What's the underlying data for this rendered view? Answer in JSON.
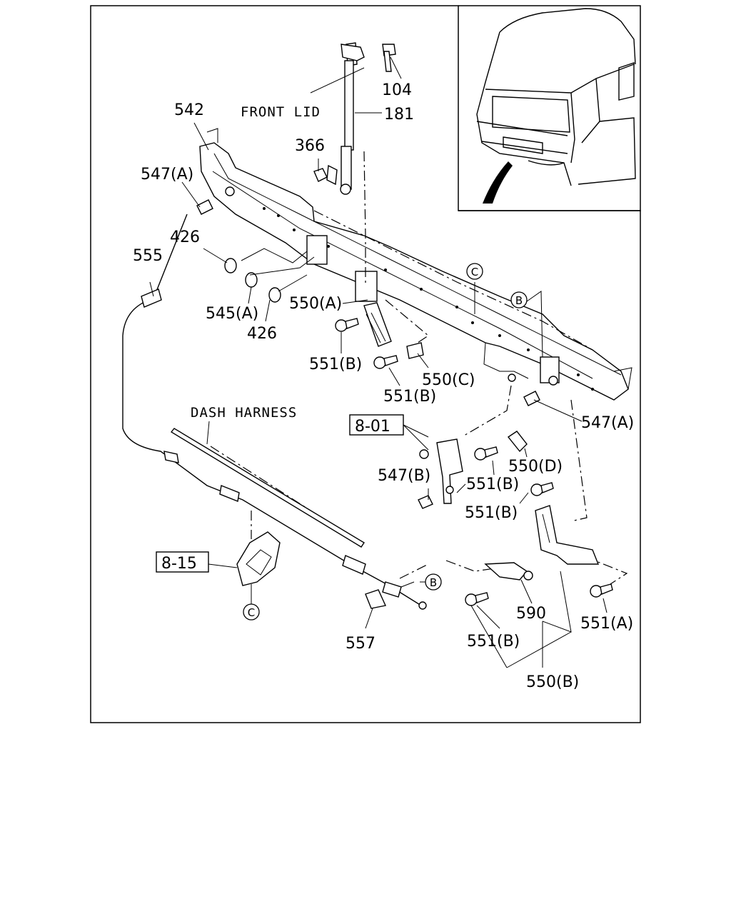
{
  "labels": {
    "p104": "104",
    "p181": "181",
    "front_lid": "FRONT LID",
    "p542": "542",
    "p366": "366",
    "p547a_top": "547(A)",
    "p426_top": "426",
    "p555": "555",
    "p545a": "545(A)",
    "p426_bottom": "426",
    "p550a": "550(A)",
    "p551b_1": "551(B)",
    "p551b_2": "551(B)",
    "p550c": "550(C)",
    "dash_harness": "DASH HARNESS",
    "ref_801": "8-01",
    "p547a_right": "547(A)",
    "p550d": "550(D)",
    "p547b": "547(B)",
    "p551b_3": "551(B)",
    "p551b_4": "551(B)",
    "ref_815": "8-15",
    "p590": "590",
    "p551a": "551(A)",
    "p557": "557",
    "p551b_5": "551(B)",
    "p550b": "550(B)",
    "callout_c_top": "C",
    "callout_b_top": "B",
    "callout_b_bottom": "B",
    "callout_c_bottom": "C"
  }
}
